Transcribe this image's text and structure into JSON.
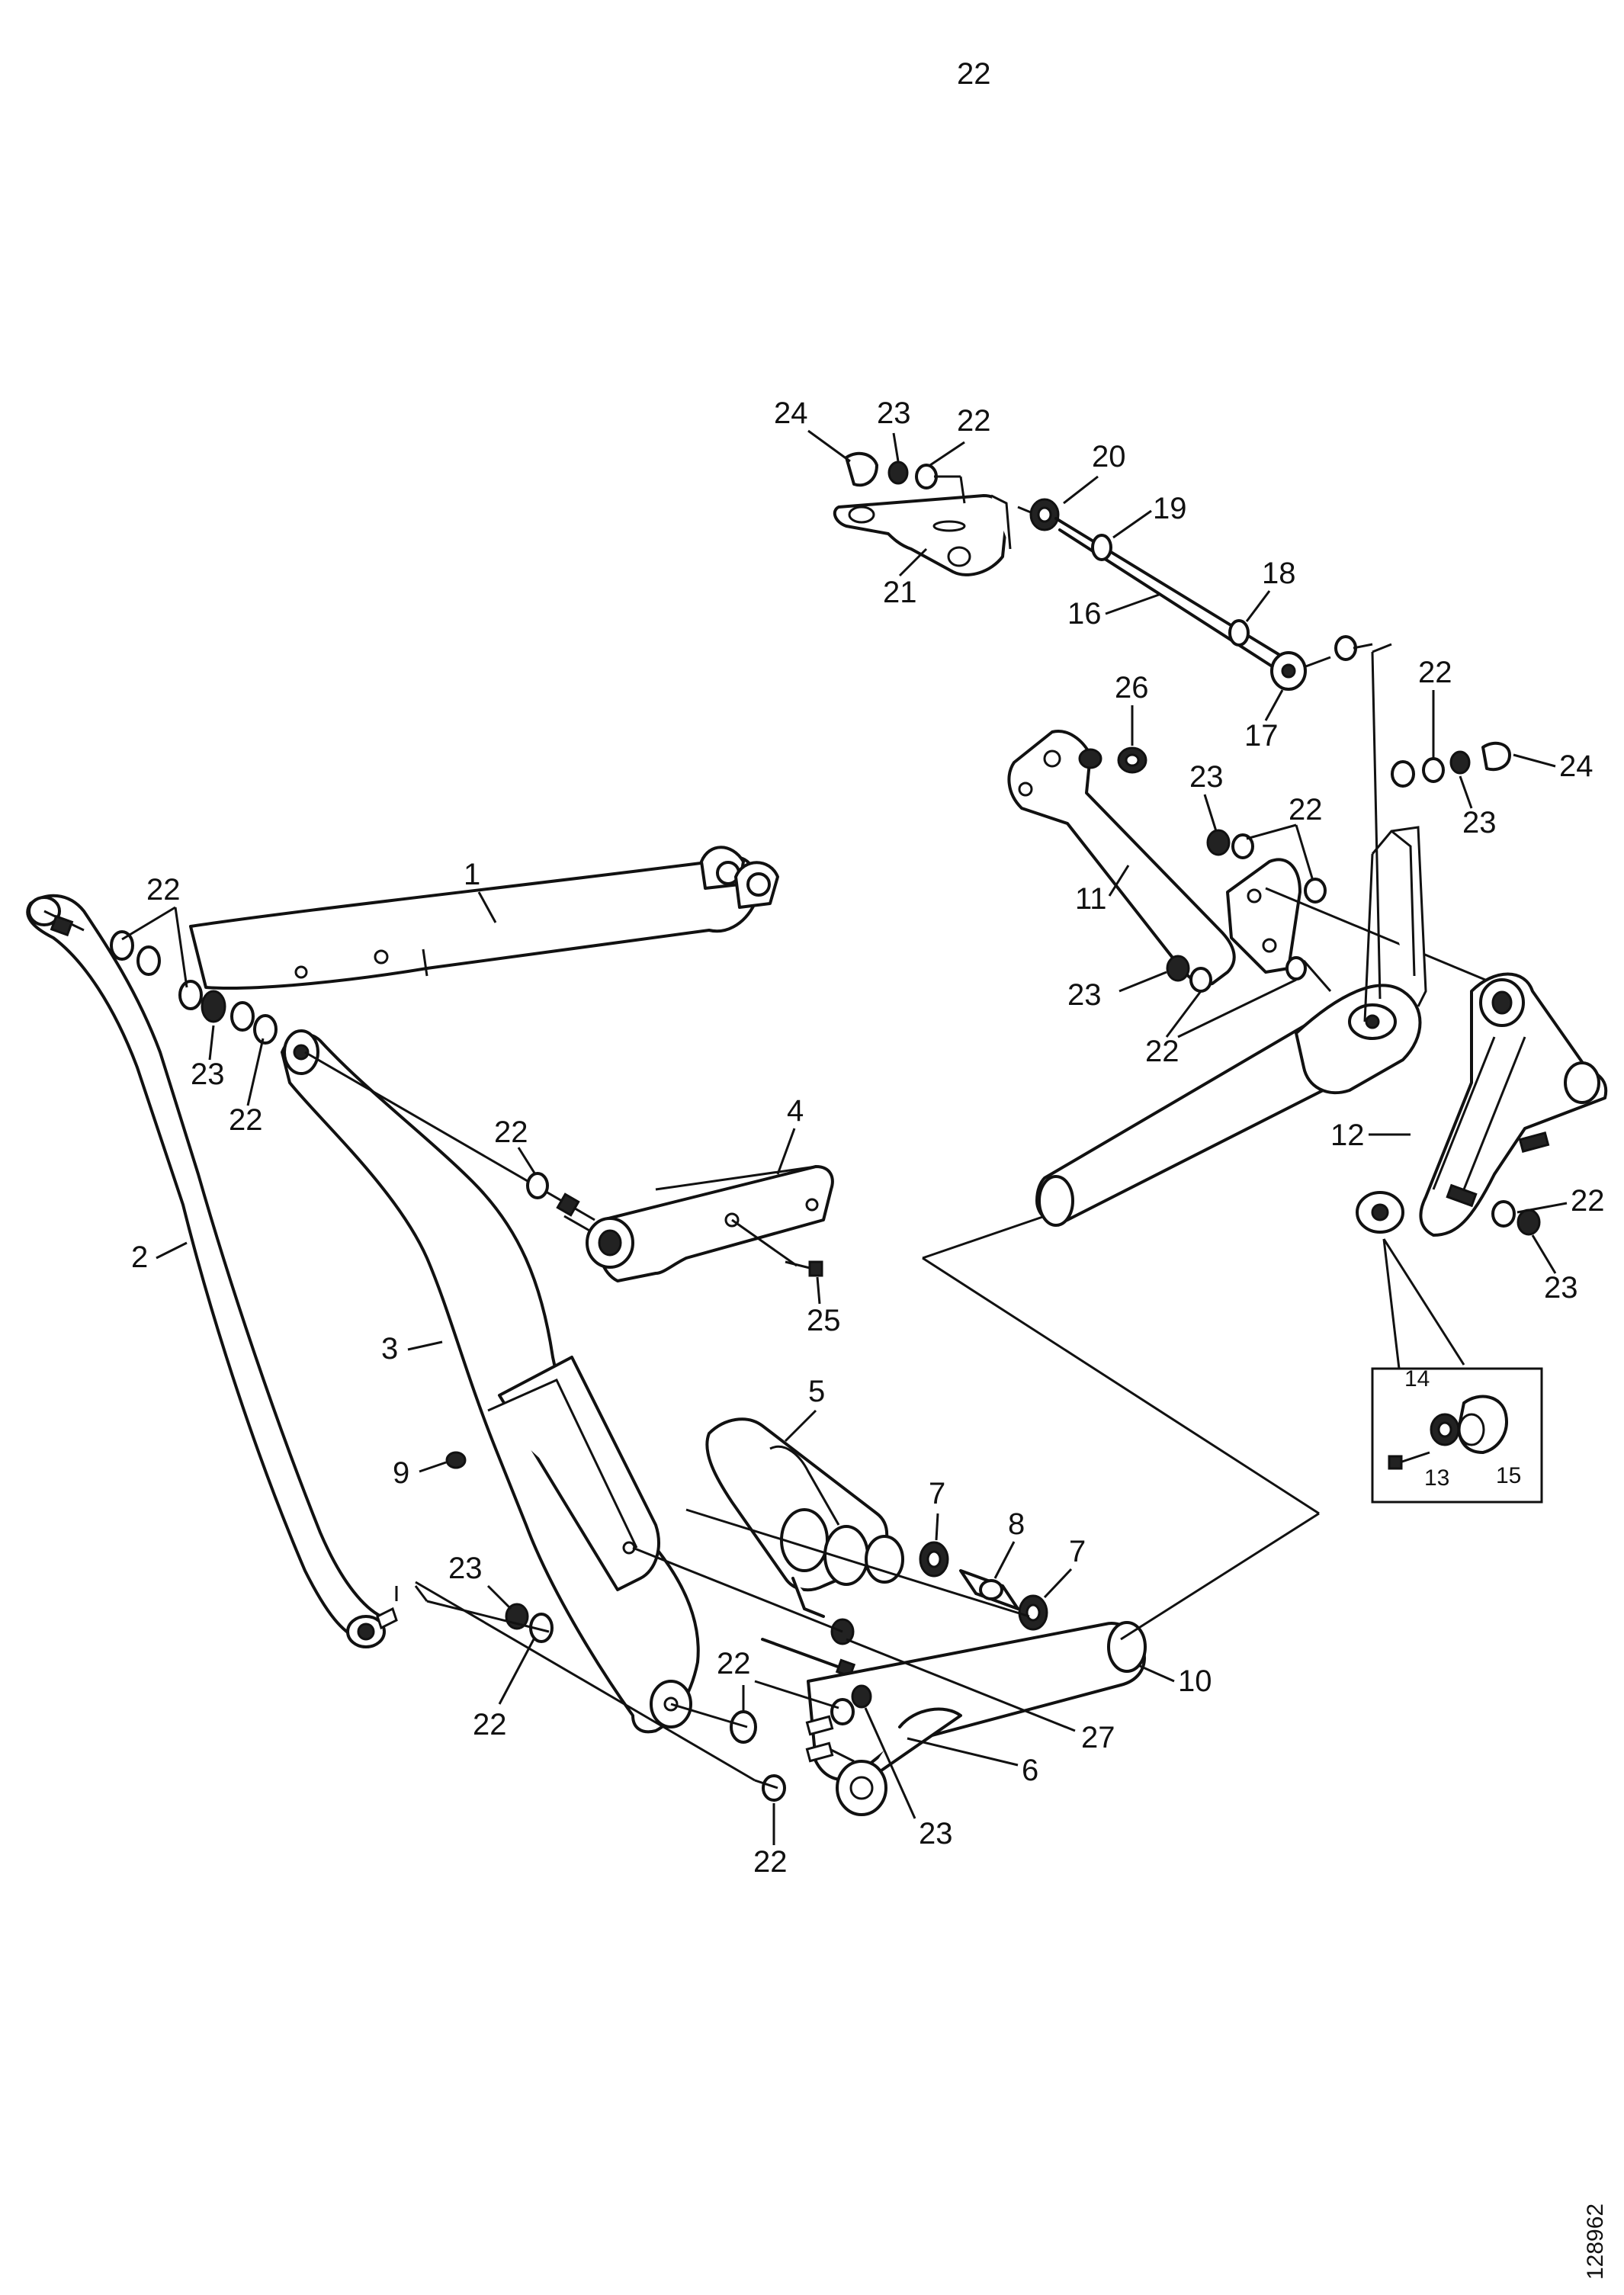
{
  "callouts": {
    "c1": "1",
    "c2": "2",
    "c3": "3",
    "c4": "4",
    "c5": "5",
    "c6": "6",
    "c7a": "7",
    "c7b": "7",
    "c8": "8",
    "c9": "9",
    "c10": "10",
    "c11": "11",
    "c12": "12",
    "c13": "13",
    "c14": "14",
    "c15": "15",
    "c16": "16",
    "c17": "17",
    "c18": "18",
    "c19": "19",
    "c20": "20",
    "c21": "21",
    "c22a": "22",
    "c22b": "22",
    "c22c": "22",
    "c22d": "22",
    "c22e": "22",
    "c22f": "22",
    "c22g": "22",
    "c22h": "22",
    "c22i": "22",
    "c22j": "22",
    "c22k": "22",
    "c22l": "22",
    "c23a": "23",
    "c23b": "23",
    "c23c": "23",
    "c23d": "23",
    "c23e": "23",
    "c23f": "23",
    "c23g": "23",
    "c23h": "23",
    "c24a": "24",
    "c24b": "24",
    "c25": "25",
    "c26": "26",
    "c27": "27"
  },
  "document_id": "128962"
}
